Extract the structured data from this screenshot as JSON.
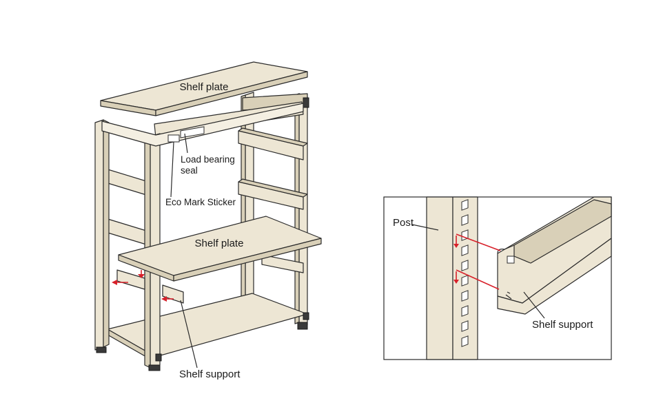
{
  "labels": {
    "top_plate": "Shelf plate",
    "middle_plate": "Shelf plate",
    "load_bearing_seal": [
      "Load bearing",
      "seal"
    ],
    "eco_mark": "Eco Mark Sticker",
    "shelf_support_main": "Shelf support",
    "post": "Post",
    "shelf_support_detail": "Shelf support"
  },
  "colors": {
    "panel": "#ede6d4",
    "panel_dark": "#d9d0b8",
    "arrow": "#d8202a",
    "outline": "#2a2a2a"
  }
}
